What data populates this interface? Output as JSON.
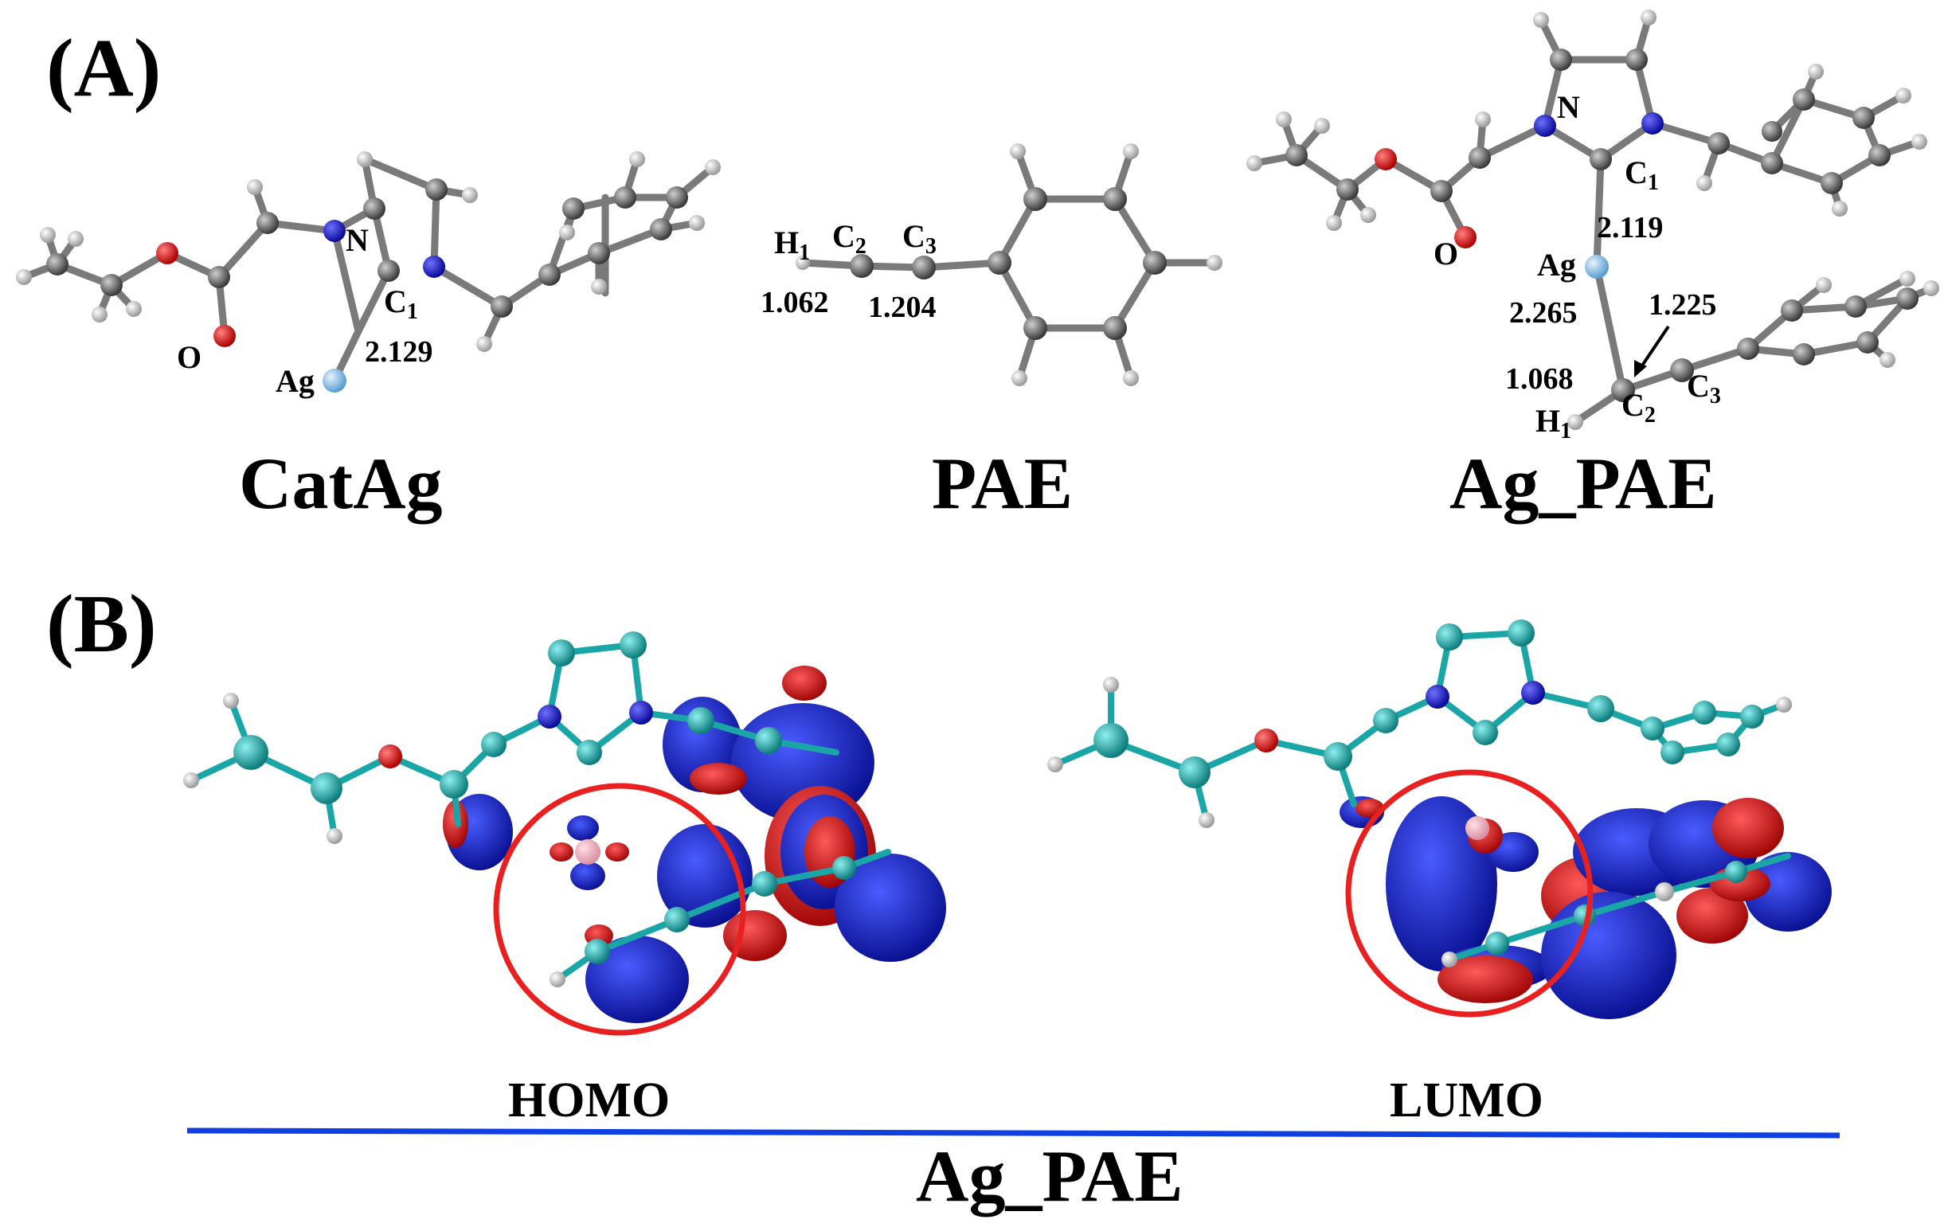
{
  "panel_a": {
    "label": "(A)",
    "catag": {
      "title": "CatAg",
      "atoms": {
        "o": "O",
        "n": "N",
        "c1": "C",
        "c1_sub": "1",
        "ag": "Ag"
      },
      "distances": {
        "ag_c1": "2.129"
      }
    },
    "pae": {
      "title": "PAE",
      "atoms": {
        "h1": "H",
        "h1_sub": "1",
        "c2": "C",
        "c2_sub": "2",
        "c3": "C",
        "c3_sub": "3"
      },
      "distances": {
        "h1_c2": "1.062",
        "c2_c3": "1.204"
      }
    },
    "ag_pae": {
      "title": "Ag_PAE",
      "atoms": {
        "n": "N",
        "c1": "C",
        "c1_sub": "1",
        "o": "O",
        "ag": "Ag",
        "c2": "C",
        "c2_sub": "2",
        "c3": "C",
        "c3_sub": "3",
        "h1": "H",
        "h1_sub": "1"
      },
      "distances": {
        "c1_ag": "2.119",
        "ag_c2": "2.265",
        "c2_c3": "1.225",
        "h1_c2": "1.068"
      }
    }
  },
  "panel_b": {
    "label": "(B)",
    "homo_label": "HOMO",
    "lumo_label": "LUMO",
    "caption": "Ag_PAE"
  },
  "colors": {
    "bond_gray": "#7a7a7a",
    "atom_gray": "#555555",
    "nitrogen": "#1f2ccc",
    "oxygen": "#e01010",
    "silver": "#8ec8f0",
    "carbon_cyan": "#1aa6a6",
    "orbital_blue": "#0a14c8",
    "orbital_red": "#e00000",
    "circle_red": "#e82020",
    "divider_blue": "#1040e0"
  }
}
